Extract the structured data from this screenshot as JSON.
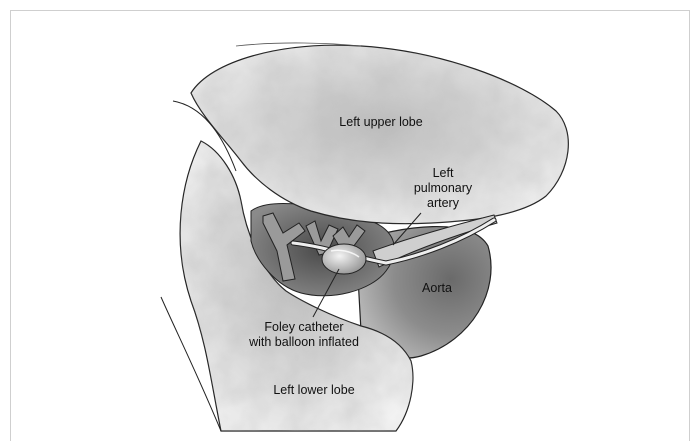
{
  "illustration": {
    "labels": {
      "upper_lobe": "Left upper lobe",
      "pulmonary_artery_line1": "Left",
      "pulmonary_artery_line2": "pulmonary",
      "pulmonary_artery_line3": "artery",
      "aorta": "Aorta",
      "catheter_line1": "Foley catheter",
      "catheter_line2": "with balloon inflated",
      "lower_lobe": "Left lower lobe"
    }
  }
}
